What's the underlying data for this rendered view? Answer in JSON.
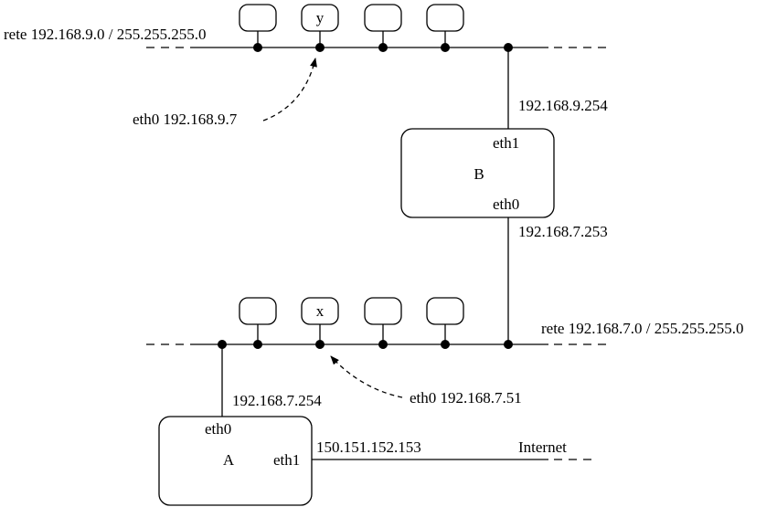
{
  "network_top": {
    "label": "rete 192.168.9.0 / 255.255.255.0",
    "hosts": [
      "",
      "y",
      "",
      ""
    ],
    "annotation": "eth0 192.168.9.7"
  },
  "network_bottom": {
    "label": "rete 192.168.7.0 / 255.255.255.0",
    "hosts": [
      "",
      "x",
      "",
      ""
    ],
    "annotation": "eth0 192.168.7.51"
  },
  "router_b": {
    "name": "B",
    "iface_top": "eth1",
    "iface_bottom": "eth0",
    "ip_top": "192.168.9.254",
    "ip_bottom": "192.168.7.253"
  },
  "router_a": {
    "name": "A",
    "iface_top": "eth0",
    "iface_right": "eth1",
    "ip_top": "192.168.7.254",
    "ip_right": "150.151.152.153"
  },
  "internet_label": "Internet"
}
